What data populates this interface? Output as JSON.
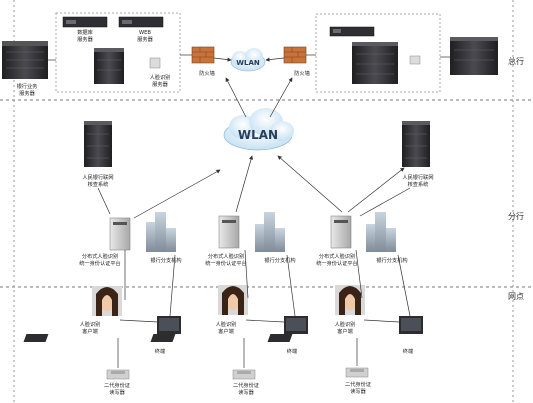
{
  "tiers": {
    "head": "总行",
    "branch": "分行",
    "outlet": "网点"
  },
  "head_office": {
    "wlan_top": "WLAN",
    "firewall_left": "防火墙",
    "firewall_right": "防火墙",
    "db_server": [
      "数据库",
      "服务器"
    ],
    "web_server": [
      "WEB",
      "服务器"
    ],
    "face_server": [
      "人脸识别",
      "服务器"
    ],
    "bank_business_server": [
      "银行业务",
      "服务器"
    ]
  },
  "wlan_center": "WLAN",
  "pboc_left": [
    "人民银行联网",
    "核查系统"
  ],
  "pboc_right": [
    "人民银行联网",
    "核查系统"
  ],
  "branch_platform": [
    "分布式人脸识别",
    "统一身份认证平台"
  ],
  "branch_org": "银行分支机构",
  "outlet_client": [
    "人脸识别",
    "客户端"
  ],
  "outlet_terminal": "终端",
  "id_reader": [
    "二代身份证",
    "读写器"
  ],
  "colors": {
    "divider": "#777777",
    "arrow": "#333333",
    "server_dark": "#2b2b2e",
    "firewall": "#c8733a",
    "cloud": "#d9ecf7"
  }
}
